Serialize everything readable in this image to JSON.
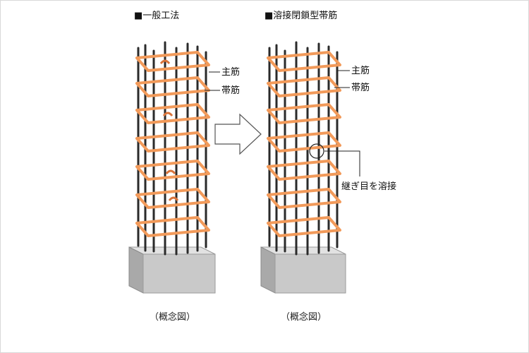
{
  "left_panel": {
    "title": "■一般工法",
    "caption": "（概念図）"
  },
  "right_panel": {
    "title": "■溶接閉鎖型帯筋",
    "main_bar_label": "主筋",
    "hoop_label": "帯筋",
    "weld_label": "継ぎ目を溶接",
    "caption": "（概念図）"
  },
  "colors": {
    "hoop": "#f29a5a",
    "hoop_dark": "#d9733a",
    "rebar": "#2a2a2a",
    "concrete_front": "#c9c9c9",
    "concrete_side": "#a9a9a9",
    "concrete_top": "#e2e2e2"
  }
}
